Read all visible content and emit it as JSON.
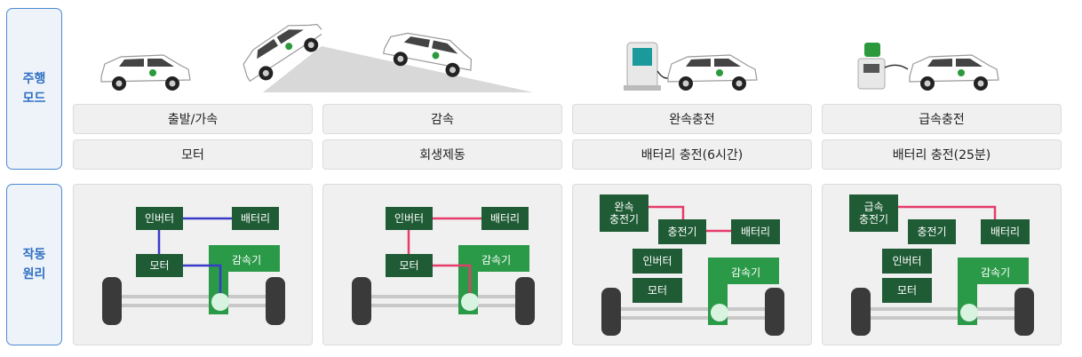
{
  "side": {
    "top": "주행\n모드",
    "bottom": "작동\n원리"
  },
  "columns": [
    {
      "mode": "출발/가속",
      "source": "모터"
    },
    {
      "mode": "감속",
      "source": "회생제동"
    },
    {
      "mode": "완속충전",
      "source": "배터리 충전(6시간)"
    },
    {
      "mode": "급속충전",
      "source": "배터리 충전(25분)"
    }
  ],
  "labels": {
    "inverter": "인버터",
    "battery": "배터리",
    "motor": "모터",
    "reducer": "감속기",
    "charger": "충전기",
    "slow_charge": "완속\n충전기",
    "fast_charge": "급속\n충전기"
  },
  "colors": {
    "side_text": "#2e6fc2",
    "component": "#1f5b35",
    "reducer": "#2a9a48",
    "drive_line": "#3a3ac8",
    "regen_line": "#e63b6b",
    "wheel": "#3a3a3a",
    "axle": "#c8c8c8"
  }
}
